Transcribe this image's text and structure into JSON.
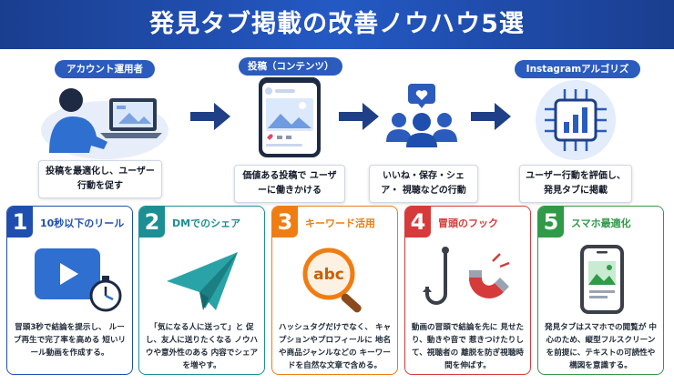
{
  "title": "発見タブ掲載の改善ノウハウ5選",
  "flow": [
    {
      "label": "アカウント運用者",
      "caption": "投稿を最適化し、ユーザー行動を促す"
    },
    {
      "label": "投稿（コンテンツ）",
      "caption": "価値ある投稿で ユーザーに働きかける"
    },
    {
      "label": "",
      "caption": "いいね・保存・シェア・ 視聴などの行動"
    },
    {
      "label": "Instagramアルゴリズム",
      "caption": "ユーザー行動を評価し、 発見タブに掲載"
    }
  ],
  "cards": [
    {
      "num": "1",
      "title": "10秒以下のリール",
      "color": "#1f4fae",
      "text": "冒頭3秒で結論を提示し、 ループ再生で完了率を高める 短いリール動画を作成する。"
    },
    {
      "num": "2",
      "title": "DMでのシェア",
      "color": "#1b8f93",
      "text": "「気になる人に送って」と 促し、友人に送りたくなる ノウハウや意外性のある 内容でシェアを増やす。"
    },
    {
      "num": "3",
      "title": "キーワード活用",
      "color": "#ef7d12",
      "text": "ハッシュタグだけでなく、 キャプションやプロフィールに 地名や商品ジャンルなどの キーワードを自然な文章で含める。"
    },
    {
      "num": "4",
      "title": "冒頭のフック",
      "color": "#d63a3a",
      "text": "動画の冒頭で結論を先に 見せたり、動きや音で 惹きつけたりして、視聴者の 離脱を防ぎ視聴時間を伸ばす。"
    },
    {
      "num": "5",
      "title": "スマホ最適化",
      "color": "#2f9a47",
      "text": "発見タブはスマホでの閲覧が 中心のため、縦型フルスクリーン を前提に、テキストの可読性や 構図を意識する。"
    }
  ],
  "icons": {
    "flow": [
      "person-laptop-icon",
      "phone-post-icon",
      "users-heart-icon",
      "chip-chart-icon"
    ],
    "cards": [
      "video-stopwatch-icon",
      "paper-plane-icon",
      "magnifier-abc-icon",
      "hook-magnet-icon",
      "phone-image-icon"
    ]
  },
  "colors": {
    "banner": "#2459c4",
    "pill": "#2b5bbd",
    "arrow": "#1f3f86"
  }
}
